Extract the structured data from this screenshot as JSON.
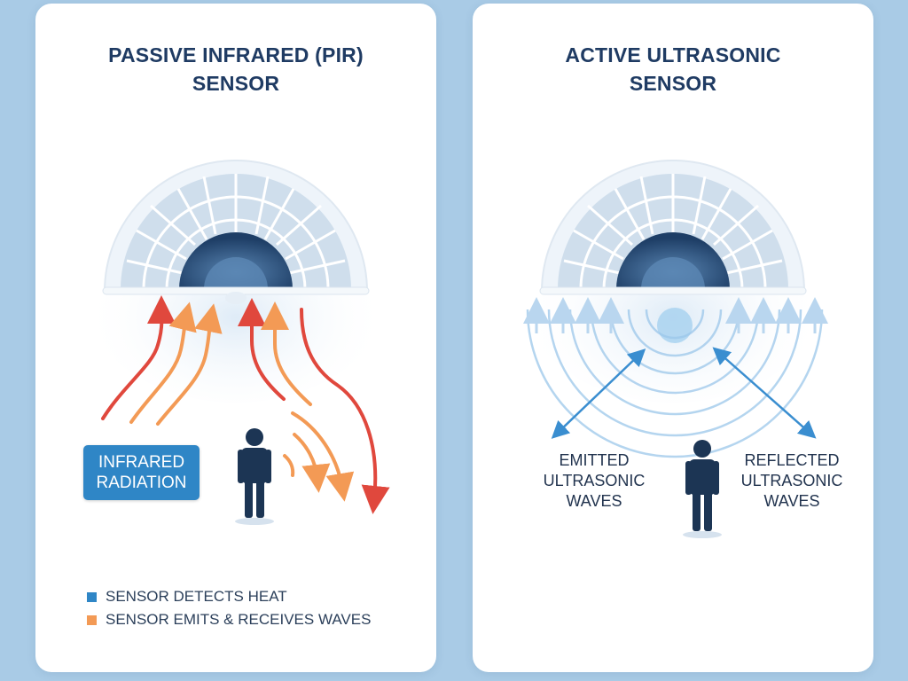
{
  "left_panel": {
    "title_line1": "PASSIVE INFRARED (PIR)",
    "title_line2": "SENSOR",
    "badge_line1": "INFRARED",
    "badge_line2": "RADIATION",
    "legend": [
      {
        "label": "SENSOR DETECTS HEAT",
        "color": "#2f86c6"
      },
      {
        "label": "SENSOR EMITS & RECEIVES WAVES",
        "color": "#f39a55"
      }
    ]
  },
  "right_panel": {
    "title_line1": "ACTIVE ULTRASONIC",
    "title_line2": "SENSOR",
    "emitted_line1": "EMITTED",
    "emitted_line2": "ULTRASONIC",
    "emitted_line3": "WAVES",
    "reflected_line1": "REFLECTED",
    "reflected_line2": "ULTRASONIC",
    "reflected_line3": "WAVES"
  },
  "colors": {
    "background": "#a9cbe6",
    "title": "#1f3b63",
    "arrow_red": "#e0483d",
    "arrow_orange": "#f39a55",
    "ultrasonic_blue": "#3a8ed0",
    "person": "#1c3554"
  },
  "icons": {
    "sensor": "sensor-dome-icon",
    "person": "person-icon",
    "badge": "infrared-radiation-badge"
  }
}
